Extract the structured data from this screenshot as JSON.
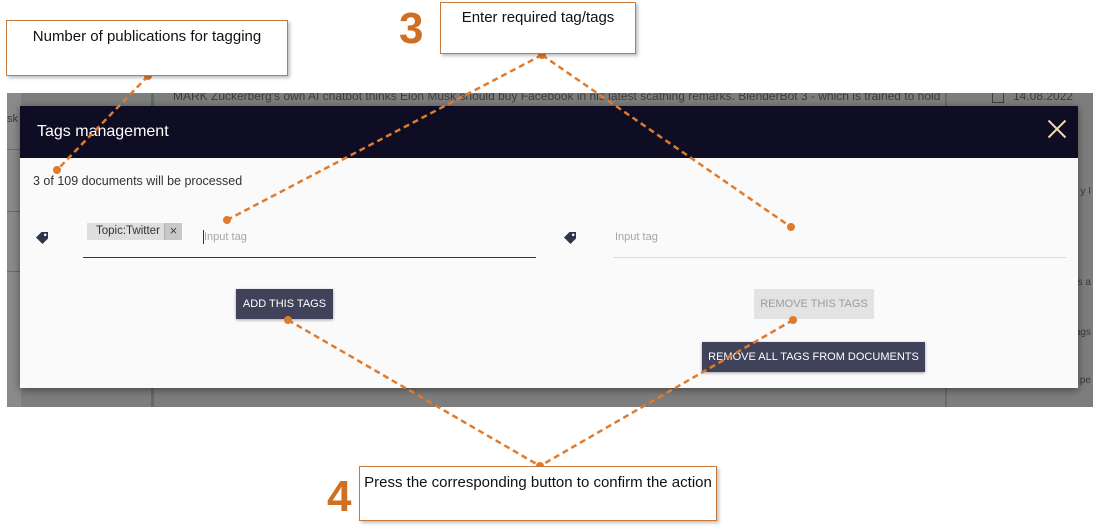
{
  "background": {
    "headline": "MARK Zuckerberg's own AI chatbot thinks Elon Musk should buy Facebook in his latest scathing remarks. BlenderBot 3 - which is trained to hold",
    "date": "14.08.2022",
    "left_fragment": "sk",
    "right_fragments": [
      "y I",
      "s a",
      "ags",
      "pe"
    ]
  },
  "modal": {
    "title": "Tags management",
    "count_text": "3 of 109 documents will be processed",
    "add_panel": {
      "chips": [
        {
          "label": "Topic:Twitter",
          "remove_symbol": "×"
        }
      ],
      "input_placeholder": "Input tag",
      "button_label": "ADD THIS TAGS"
    },
    "remove_panel": {
      "input_placeholder": "Input tag",
      "button_label": "REMOVE THIS TAGS",
      "remove_all_label": "REMOVE ALL TAGS FROM DOCUMENTS"
    }
  },
  "annotations": {
    "publications": "Number of publications for tagging",
    "step3_number": "3",
    "step3_text": "Enter required tag/tags",
    "step4_number": "4",
    "step4_text": "Press the corresponding button to confirm the action"
  },
  "colors": {
    "modal_header": "#0e0d24",
    "primary_button": "#3f4259",
    "callout_accent": "#cf6f21"
  }
}
